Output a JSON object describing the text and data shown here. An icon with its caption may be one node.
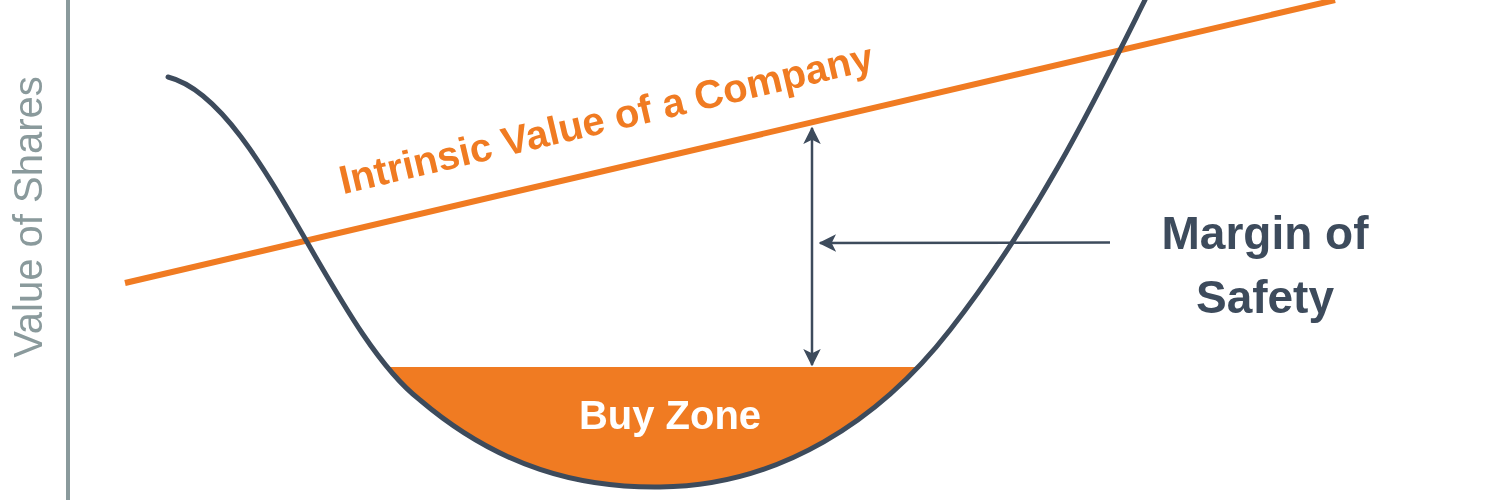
{
  "diagram": {
    "nodes": [
      {
        "text": [
          "Buy Zone"
        ]
      },
      {
        "text": [
          "Margin of Safety"
        ]
      },
      {
        "text": [],
        "shape": "arrow"
      }
    ],
    "edges": [
      {
        "from": 1,
        "to": 2,
        "arrow": "to"
      }
    ],
    "labels": [
      "Value of Shares",
      "Intrinsic Value of a Company"
    ]
  }
}
